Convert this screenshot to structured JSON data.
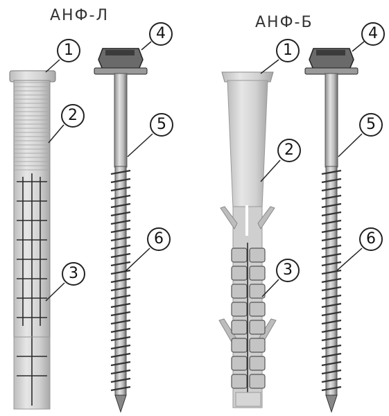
{
  "titles": {
    "left": "АНФ-Л",
    "right": "АНФ-Б"
  },
  "callouts": {
    "c1": "1",
    "c2": "2",
    "c3": "3",
    "c4": "4",
    "c5": "5",
    "c6": "6"
  },
  "colors": {
    "plastic": "#d4d4d4",
    "plastic_shade": "#9a9a9a",
    "steel": "#c8c8c8",
    "steel_dark": "#4a4a4a",
    "line": "#222222"
  }
}
